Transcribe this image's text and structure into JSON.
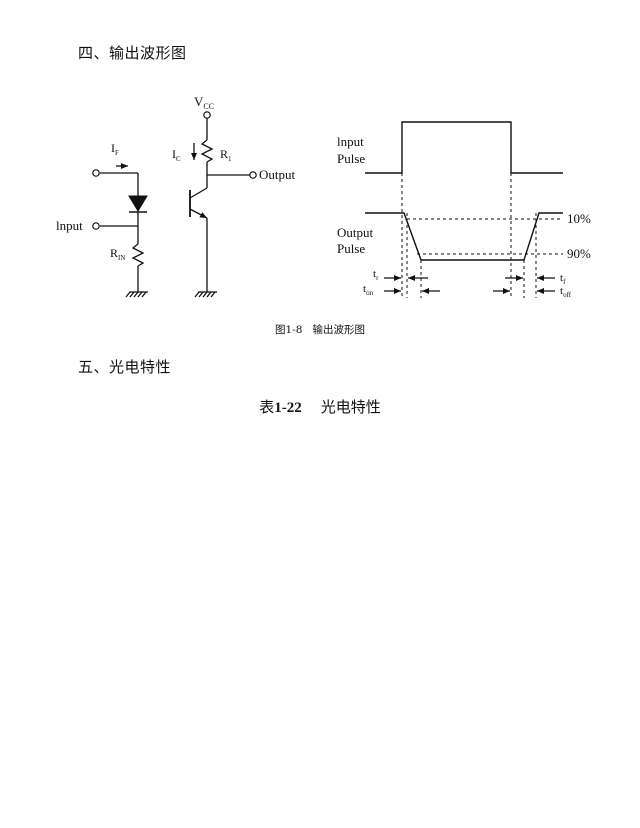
{
  "section4": {
    "title": "四、输出波形图"
  },
  "figure": {
    "caption_num": "图1-8",
    "caption_text": "输出波形图",
    "circuit": {
      "vcc": "V",
      "vcc_sub": "CC",
      "if_label": "I",
      "if_sub": "F",
      "ic_label": "I",
      "ic_sub": "C",
      "r1_label": "R",
      "r1_sub": "1",
      "rin_label": "R",
      "rin_sub": "IN",
      "input_label": "lnput",
      "output_label": "Output"
    },
    "waveform": {
      "input_line1": "lnput",
      "input_line2": "Pulse",
      "output_line1": "Output",
      "output_line2": "Pulse",
      "pct_10": "10%",
      "pct_90": "90%",
      "tr": "t",
      "tr_sub": "r",
      "ton": "t",
      "ton_sub": "on",
      "tf": "t",
      "tf_sub": "f",
      "toff": "t",
      "toff_sub": "off"
    }
  },
  "section5": {
    "title": "五、光电特性"
  },
  "table": {
    "title_prefix": "表",
    "title_num": "1-22",
    "title_text": "光电特性"
  }
}
